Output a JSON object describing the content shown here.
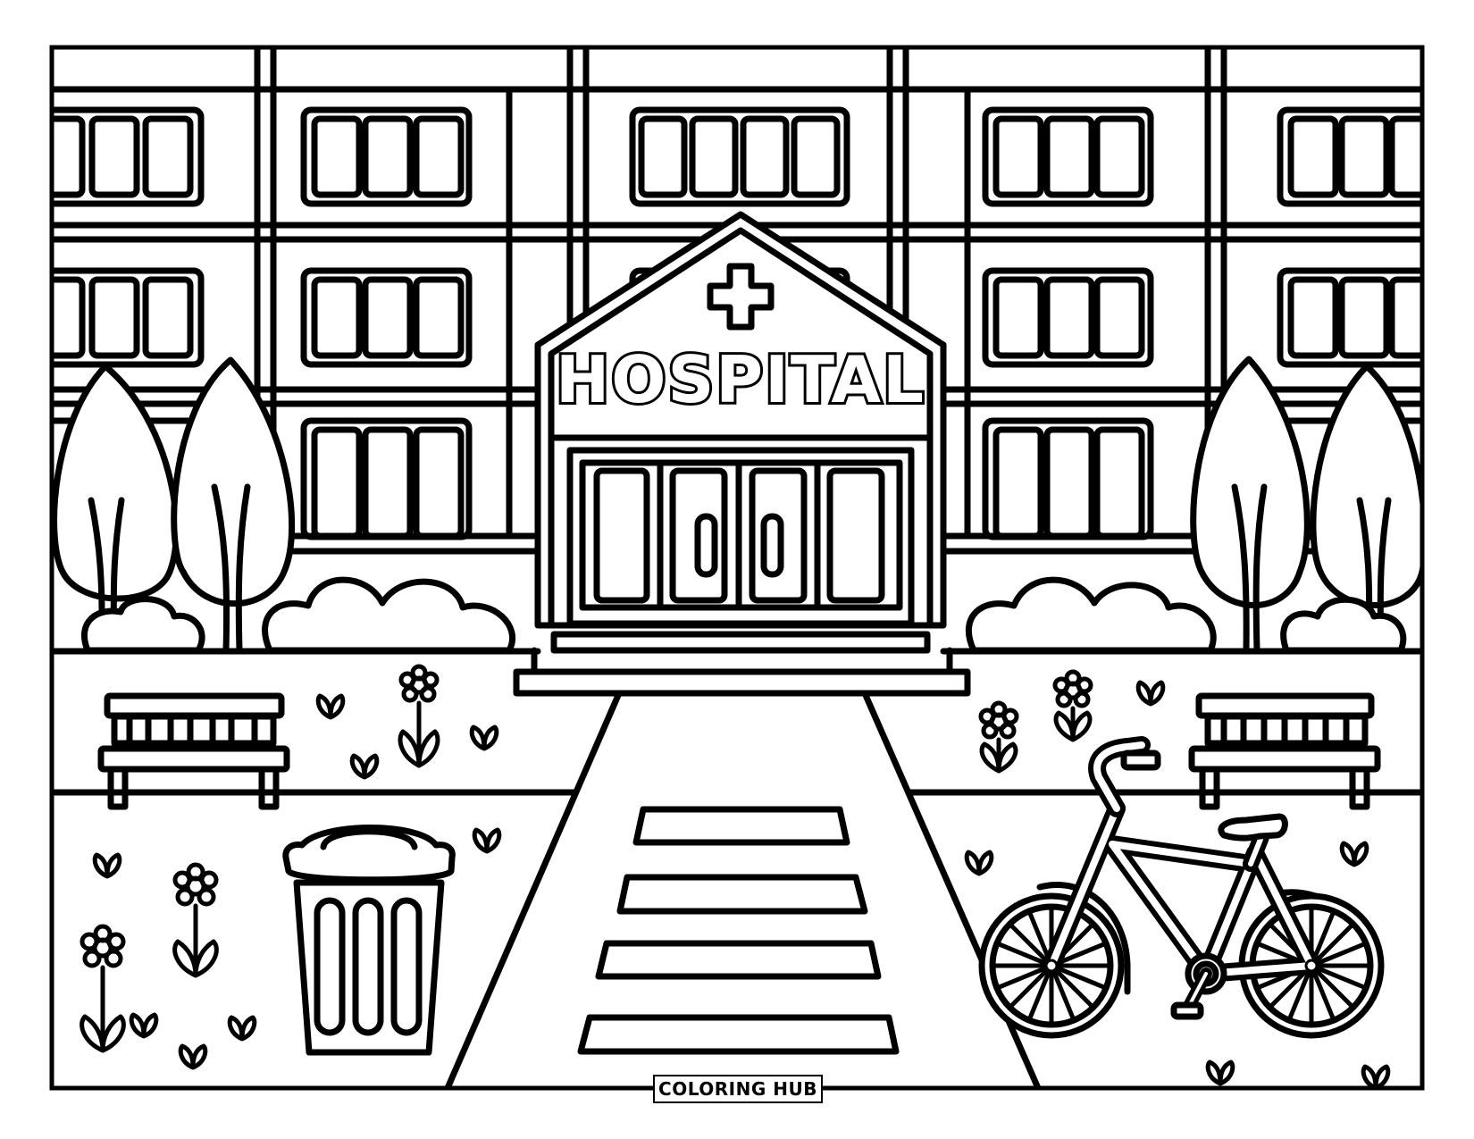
{
  "page": {
    "type": "coloring-page",
    "subject": "Hospital building with garden, benches, trash can and bicycle",
    "background_color": "#ffffff",
    "line_color": "#000000"
  },
  "building": {
    "sign_text": "HOSPITAL",
    "sign_icon": "medical-cross-icon",
    "entrance_doors": 4,
    "door_handles": 2,
    "floors_visible": 3
  },
  "scene": {
    "trees": 4,
    "bushes": 4,
    "benches": 2,
    "trash_cans": 1,
    "bicycles": 1,
    "crosswalk_stripes": 4
  },
  "footer": {
    "brand_label": "COLORING HUB"
  }
}
